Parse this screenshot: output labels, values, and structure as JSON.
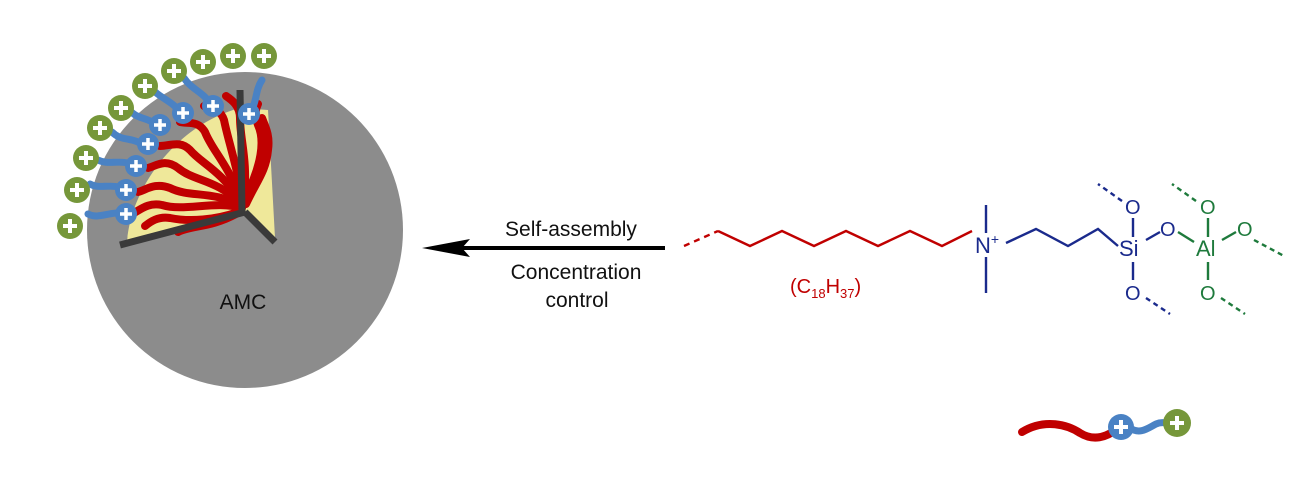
{
  "sphere_label": "AMC",
  "arrow_label_top": "Self-assembly",
  "arrow_label_bottom_line1": "Concentration",
  "arrow_label_bottom_line2": "control",
  "chain_label": "(C18H37)",
  "chain_formula": {
    "open": "(C",
    "sub1": "18",
    "mid": "H",
    "sub2": "37",
    "close": ")"
  },
  "nitrogen": {
    "symbol": "N",
    "charge": "+"
  },
  "atoms": {
    "silicon": "Si",
    "aluminum": "Al",
    "oxygen": "O"
  },
  "icons": {
    "sphere": "micelle-sphere-icon",
    "cationic_head": "plus-circle-blue-icon",
    "anionic_head": "plus-circle-green-icon",
    "surfactant": "surfactant-legend-icon"
  },
  "colors": {
    "sphere": "#8c8c8c",
    "core": "#efe89a",
    "tail": "#c00000",
    "head_blue": "#4a82c4",
    "head_green": "#76973a",
    "propyl_linker": "#1a2a8c",
    "aluminosilicate": "#1e7a3c",
    "axis": "#3a3a3a",
    "arrow": "#000000"
  }
}
